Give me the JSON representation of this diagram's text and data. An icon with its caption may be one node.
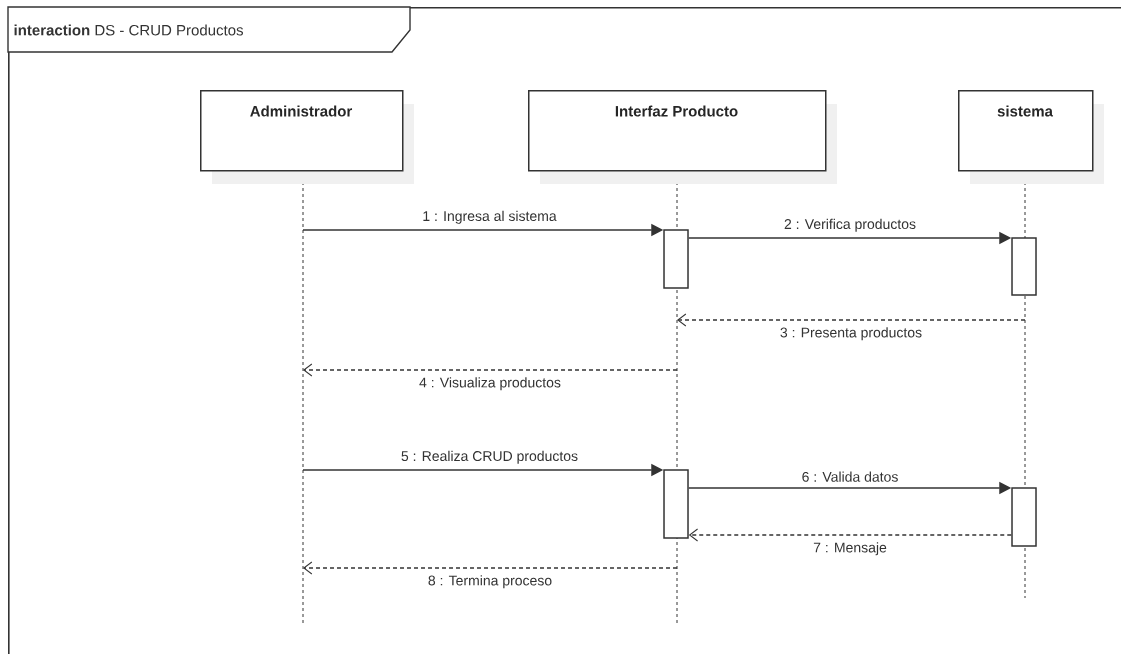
{
  "diagram": {
    "nodes": [
      {
        "text": [
          "**interaction** DS - CRUD Productos"
        ]
      },
      {
        "text": [
          "Administrador"
        ],
        "in": 0
      },
      {
        "text": [
          "Interfaz Producto"
        ],
        "in": 0
      },
      {
        "text": [
          "sistema"
        ],
        "in": 0
      },
      {
        "text": [],
        "shape": "line",
        "in": 0
      },
      {
        "text": [],
        "shape": "line",
        "in": 0
      },
      {
        "text": [],
        "shape": "line",
        "in": 0
      },
      {
        "text": [],
        "shape": "bar",
        "in": 0
      },
      {
        "text": [],
        "shape": "bar",
        "in": 0
      },
      {
        "text": [],
        "shape": "bar",
        "in": 0
      },
      {
        "text": [],
        "shape": "bar",
        "in": 0
      }
    ],
    "edges": [
      {
        "from": 4,
        "to": 7,
        "arrow": "to",
        "label": "1 : Ingresa al sistema"
      },
      {
        "from": 7,
        "to": 8,
        "arrow": "to",
        "label": "2 : Verifica productos"
      },
      {
        "from": 6,
        "to": 5,
        "arrow": "to",
        "label": "3 : Presenta productos",
        "style": "dashed"
      },
      {
        "from": 5,
        "to": 4,
        "arrow": "to",
        "label": "4 : Visualiza productos",
        "style": "dashed"
      },
      {
        "from": 4,
        "to": 9,
        "arrow": "to",
        "label": "5 : Realiza CRUD productos"
      },
      {
        "from": 9,
        "to": 10,
        "arrow": "to",
        "label": "6 : Valida datos"
      },
      {
        "from": 10,
        "to": 9,
        "arrow": "to",
        "label": "7 : Mensaje",
        "style": "dashed"
      },
      {
        "from": 5,
        "to": 4,
        "arrow": "to",
        "label": "8 : Termina proceso",
        "style": "dashed"
      }
    ]
  }
}
